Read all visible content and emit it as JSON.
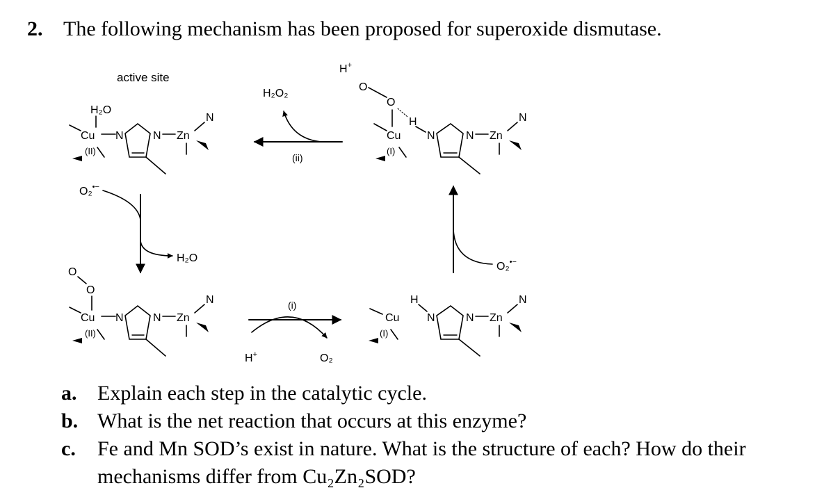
{
  "question": {
    "number": "2.",
    "text": "The following mechanism has been proposed for superoxide dismutase."
  },
  "diagram": {
    "active_site": "active site",
    "water": "H₂O",
    "water_released": "H₂O",
    "superoxide": "O₂",
    "superoxide_sup": "•−",
    "h2o2": "H₂O₂",
    "o2_product": "O₂",
    "proton": "H",
    "proton_sup": "+",
    "step_i": "(i)",
    "step_ii": "(ii)",
    "cu": "Cu",
    "zn": "Zn",
    "n": "N",
    "o": "O",
    "h": "H",
    "ox_II": "(II)",
    "ox_I": "(I)"
  },
  "parts": [
    {
      "label": "a.",
      "lines": [
        "Explain each step in the catalytic cycle."
      ]
    },
    {
      "label": "b.",
      "lines": [
        "What is the net reaction that occurs at this enzyme?"
      ]
    },
    {
      "label": "c.",
      "lines": [
        "Fe and Mn SOD’s exist in nature. What is the structure of each? How do their",
        "mechanisms differ from Cu₂Zn₂SOD?"
      ]
    }
  ]
}
